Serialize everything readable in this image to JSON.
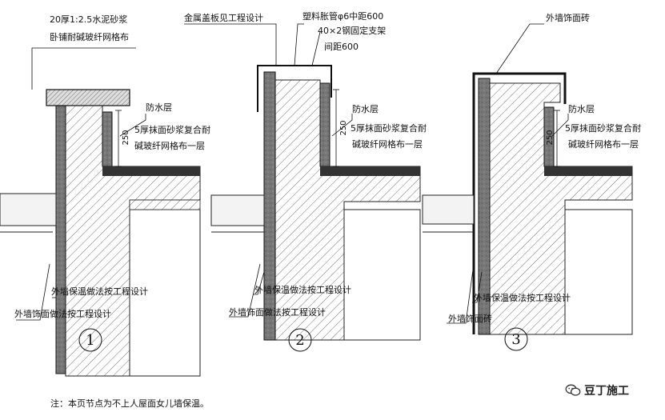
{
  "detail1": {
    "label_mortar": "20厚1:2.5水泥砂浆",
    "label_mesh": "卧铺耐碱玻纤网格布",
    "label_waterproof": "防水层",
    "label_plaster_1": "5厚抹面砂浆复合耐",
    "label_plaster_2": "碱玻纤网格布一层",
    "dim_250": "250",
    "label_insulation": "外墙保温做法按工程设计",
    "label_facing": "外墙饰面做法按工程设计",
    "number": "1"
  },
  "detail2": {
    "label_cap": "金属盖板见工程设计",
    "label_tube": "塑料胀管φ6中距600",
    "label_bracket": "40×2钢固定支架",
    "label_spacing": "间距600",
    "label_waterproof": "防水层",
    "label_plaster_1": "5厚抹面砂浆复合耐",
    "label_plaster_2": "碱玻纤网格布一层",
    "dim_250": "250",
    "label_insulation": "外墙保温做法按工程设计",
    "label_facing": "外墙饰面做法按工程设计",
    "number": "2"
  },
  "detail3": {
    "label_tile_top": "外墙饰面砖",
    "label_waterproof": "防水层",
    "label_plaster_1": "5厚抹面砂浆复合耐",
    "label_plaster_2": "碱玻纤网格布一层",
    "dim_250": "250",
    "label_insulation": "外墙保温做法按工程设计",
    "label_tile_bottom": "外墙饰面砖",
    "number": "3"
  },
  "footer": {
    "note": "注：本页节点为不上人屋面女儿墙保温。",
    "watermark": "豆丁施工",
    "watermark_icon": "wechat-icon"
  }
}
